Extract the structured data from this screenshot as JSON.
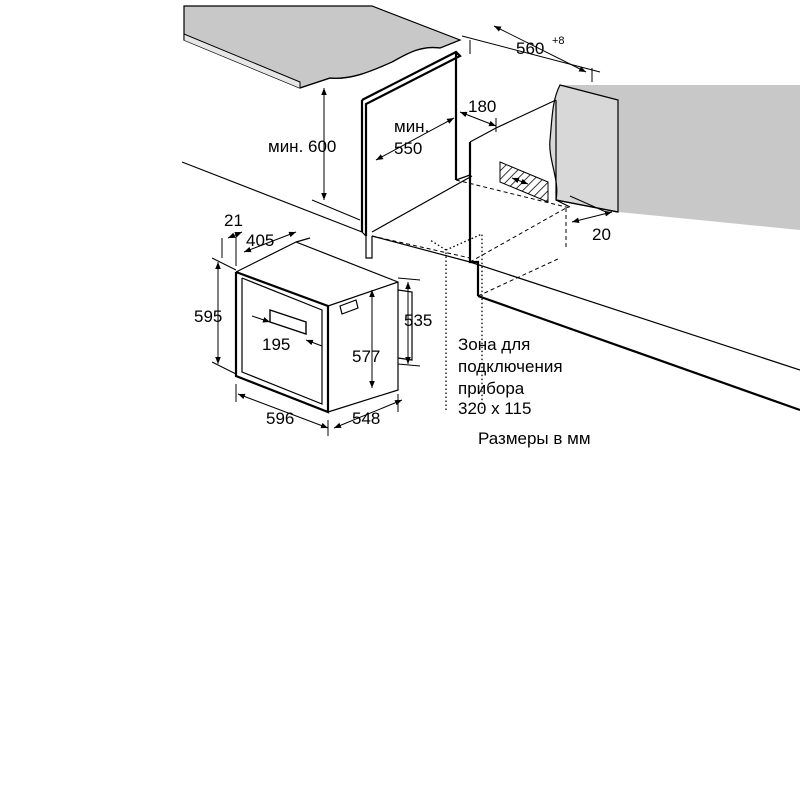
{
  "colors": {
    "countertop": "#c8c8c8",
    "line": "#000000",
    "background": "#ffffff",
    "hatch": "#000000"
  },
  "dimensions": {
    "niche_width": "560",
    "niche_width_tolerance": "+8",
    "min_height_label": "мин. 600",
    "min_depth_prefix": "мин.",
    "min_depth_value": "550",
    "vent_depth": "180",
    "rear_gap": "20",
    "front_offset": "21",
    "door_depth": "405",
    "oven_height": "595",
    "body_height": "535",
    "display_width": "195",
    "inner_height": "577",
    "oven_width": "596",
    "oven_depth": "548"
  },
  "connection_zone": {
    "line1": "Зона для",
    "line2": "подключения",
    "line3": "прибора",
    "line4": "320 x 115"
  },
  "units_note": "Размеры в мм"
}
